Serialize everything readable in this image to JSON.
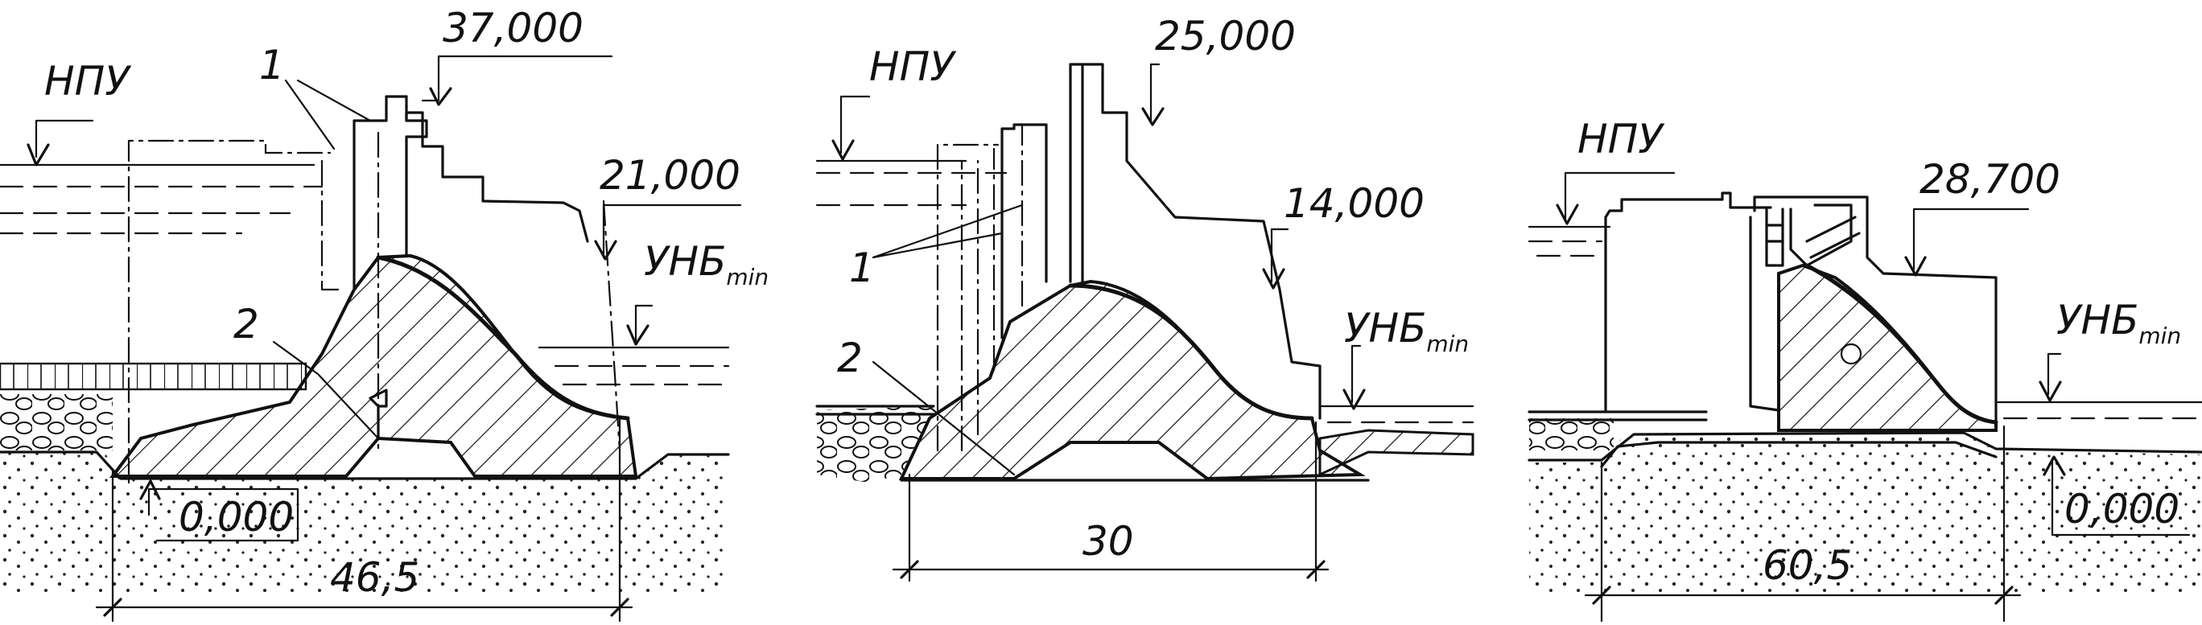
{
  "figures": [
    {
      "upper_level_label": "НПУ",
      "elevation_top": "37,000",
      "elevation_tail": "21,000",
      "lower_level_label": "УНБ",
      "lower_level_subscript": "min",
      "callout_1": "1",
      "callout_2": "2",
      "base_elevation": "0,000",
      "length": "46,5"
    },
    {
      "upper_level_label": "НПУ",
      "elevation_top": "25,000",
      "elevation_tail": "14,000",
      "lower_level_label": "УНБ",
      "lower_level_subscript": "min",
      "callout_1": "1",
      "callout_2": "2",
      "length": "30"
    },
    {
      "upper_level_label": "НПУ",
      "elevation_top": "28,700",
      "lower_level_label": "УНБ",
      "lower_level_subscript": "min",
      "base_elevation": "0,000",
      "length": "60,5"
    }
  ]
}
